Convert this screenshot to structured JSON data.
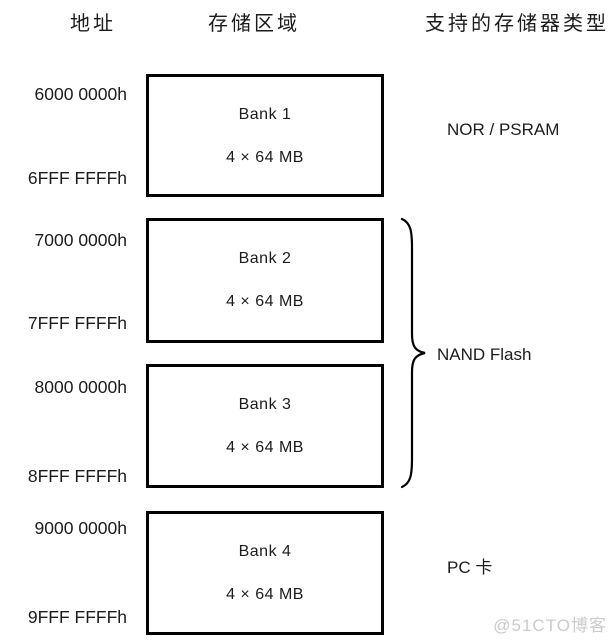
{
  "header": {
    "address_col": "地址",
    "region_col": "存储区域",
    "type_col": "支持的存储器类型"
  },
  "banks": [
    {
      "name": "Bank 1",
      "size": "4 × 64 MB",
      "start": "6000 0000h",
      "end": "6FFF FFFFh"
    },
    {
      "name": "Bank 2",
      "size": "4 × 64 MB",
      "start": "7000 0000h",
      "end": "7FFF FFFFh"
    },
    {
      "name": "Bank 3",
      "size": "4 × 64 MB",
      "start": "8000 0000h",
      "end": "8FFF FFFFh"
    },
    {
      "name": "Bank 4",
      "size": "4 × 64 MB",
      "start": "9000 0000h",
      "end": "9FFF FFFFh"
    }
  ],
  "memory_types": [
    {
      "label": "NOR /  PSRAM",
      "applies_to": "Bank 1"
    },
    {
      "label": "NAND Flash",
      "applies_to": "Bank 2, Bank 3"
    },
    {
      "label": "PC 卡",
      "applies_to": "Bank 4"
    }
  ],
  "watermark": "@51CTO博客",
  "colors": {
    "background": "#ffffff",
    "line": "#000000",
    "text": "#1c1c1c",
    "watermark": "#cbcbcb"
  }
}
